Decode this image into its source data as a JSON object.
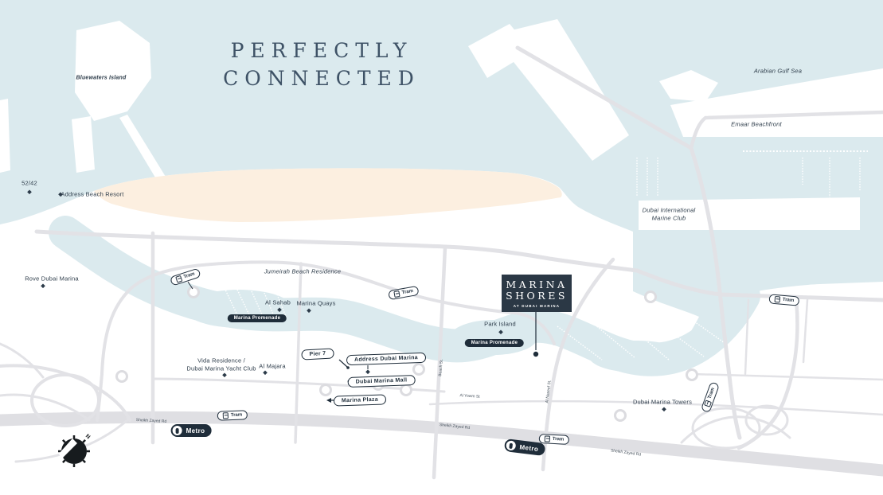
{
  "title": {
    "line1": "PERFECTLY",
    "line2": "CONNECTED"
  },
  "sign": {
    "line1": "MARINA",
    "line2": "SHORES",
    "line3": "AT DUBAI MARINA"
  },
  "area_labels": {
    "bluewaters": "Bluewaters Island",
    "gulf": "Arabian Gulf Sea",
    "emaar_beachfront": "Emaar Beachfront",
    "dimc_line1": "Dubai International",
    "dimc_line2": "Marine Club",
    "jbr": "Jumeirah Beach Residence"
  },
  "poi": {
    "p5242": "52/42",
    "address_beach": "Address Beach Resort",
    "rove": "Rove Dubai Marina",
    "al_sahab": "Al Sahab",
    "marina_quays": "Marina Quays",
    "park_island": "Park Island",
    "vida_line1": "Vida Residence /",
    "vida_line2": "Dubai Marina Yacht Club",
    "al_majara": "Al Majara",
    "dm_towers": "Dubai Marina Towers"
  },
  "pills": {
    "pier7": "Pier 7",
    "address_dm": "Address Dubai Marina",
    "dm_mall": "Dubai Marina Mall",
    "marina_plaza": "Marina Plaza",
    "promenade": "Marina Promenade",
    "tram": "Tram",
    "metro": "Metro"
  },
  "streets": {
    "szr": "Sheikh Zayed Rd",
    "al_yowm": "Al Yowm St",
    "beach_st": "Beach St.",
    "naseef": "Al Naseef St."
  },
  "compass": {
    "north": "N"
  },
  "colors": {
    "sea": "#dbeaee",
    "land": "#ffffff",
    "beach": "#fcefe0",
    "road": "#e2e2e6",
    "ink": "#2c3b49",
    "navy": "#1f2d3a",
    "title": "#3e5266"
  }
}
